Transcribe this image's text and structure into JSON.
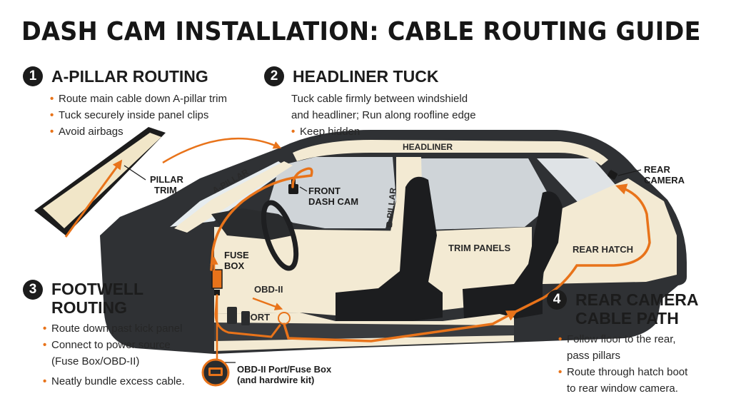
{
  "title": "DASH CAM INSTALLATION: CABLE ROUTING GUIDE",
  "colors": {
    "accent": "#e8731a",
    "car_body": "#2f3134",
    "trim": "#f3ead3",
    "ink": "#1c1c1c"
  },
  "steps": [
    {
      "number": "1",
      "heading": [
        "A-PILLAR ROUTING"
      ],
      "bullets": [
        "Route main cable down A-pillar trim",
        "Tuck securely inside panel clips",
        "Avoid airbags"
      ]
    },
    {
      "number": "2",
      "heading": [
        "HEADLINER TUCK"
      ],
      "lines": [
        "Tuck cable firmly between windshield",
        "and headliner; Run along roofline edge"
      ],
      "bullets": [
        "Keep hidden"
      ]
    },
    {
      "number": "3",
      "heading": [
        "FOOTWELL",
        "ROUTING"
      ],
      "bullets": [
        "Route down past kick panel",
        "Connect to power source",
        "Neatly bundle excess cable."
      ],
      "bullet_continuation": "(Fuse Box/OBD-II)"
    },
    {
      "number": "4",
      "heading": [
        "REAR CAMERA",
        "CABLE PATH"
      ],
      "bullets": [
        "Follow floor to the rear,",
        "Route through hatch boot"
      ],
      "continuations": [
        "pass pillars",
        "to rear window camera."
      ]
    }
  ],
  "callouts": {
    "pillar_trim": [
      "PILLAR",
      "TRIM"
    ],
    "front_cam": [
      "FRONT",
      "DASH CAM"
    ],
    "rear_camera": [
      "REAR",
      "CAMERA"
    ],
    "fuse_box": [
      "FUSE",
      "BOX"
    ],
    "obd": "OBD-II",
    "port": "PORT",
    "obd_port": [
      "OBD-II Port/Fuse Box",
      "(and hardwire kit)"
    ]
  },
  "car_labels": {
    "headliner": "HEADLINER",
    "a_pillar": "A-PILLAR",
    "b_pillar": "B-PILLAR",
    "trim_panels": "TRIM PANELS",
    "rear_hatch": "REAR HATCH"
  }
}
